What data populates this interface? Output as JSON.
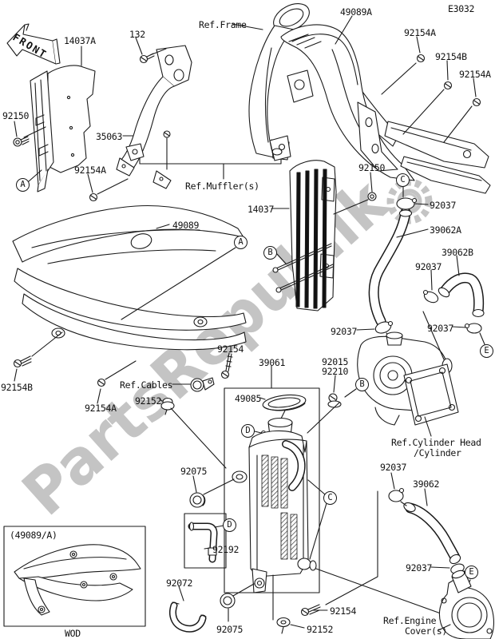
{
  "diagram": {
    "code": "E3032",
    "watermark": "PartsRepublik",
    "front_label": "FRONT",
    "variant_caption": "WOD"
  },
  "part_labels": [
    {
      "text": "14037A"
    },
    {
      "text": "132"
    },
    {
      "text": "Ref.Frame"
    },
    {
      "text": "49089A"
    },
    {
      "text": "92154A"
    },
    {
      "text": "92154B"
    },
    {
      "text": "92154A"
    },
    {
      "text": "92150"
    },
    {
      "text": "35063"
    },
    {
      "text": "92154A"
    },
    {
      "text": "Ref.Muffler(s)"
    },
    {
      "text": "49089"
    },
    {
      "text": "14037"
    },
    {
      "text": "92150"
    },
    {
      "text": "92037"
    },
    {
      "text": "39062A"
    },
    {
      "text": "39062B"
    },
    {
      "text": "92037"
    },
    {
      "text": "92037"
    },
    {
      "text": "92037"
    },
    {
      "text": "92015"
    },
    {
      "text": "92210"
    },
    {
      "text": "92154"
    },
    {
      "text": "39061"
    },
    {
      "text": "92154B"
    },
    {
      "text": "Ref.Cables"
    },
    {
      "text": "92152"
    },
    {
      "text": "92154A"
    },
    {
      "text": "49085"
    },
    {
      "text": "92075"
    },
    {
      "text": "92037"
    },
    {
      "text": "39062"
    },
    {
      "text": "92192"
    },
    {
      "text": "(49089/A)"
    },
    {
      "text": "92072"
    },
    {
      "text": "92037"
    },
    {
      "text": "92075"
    },
    {
      "text": "92152"
    },
    {
      "text": "92154"
    },
    {
      "text": "Ref.Engine"
    },
    {
      "text": "Cover(s)"
    },
    {
      "text": "Ref.Cylinder Head"
    },
    {
      "text": "/Cylinder"
    }
  ],
  "callouts": [
    {
      "letter": "A"
    },
    {
      "letter": "A"
    },
    {
      "letter": "B"
    },
    {
      "letter": "B"
    },
    {
      "letter": "C"
    },
    {
      "letter": "C"
    },
    {
      "letter": "D"
    },
    {
      "letter": "D"
    },
    {
      "letter": "E"
    },
    {
      "letter": "E"
    }
  ]
}
